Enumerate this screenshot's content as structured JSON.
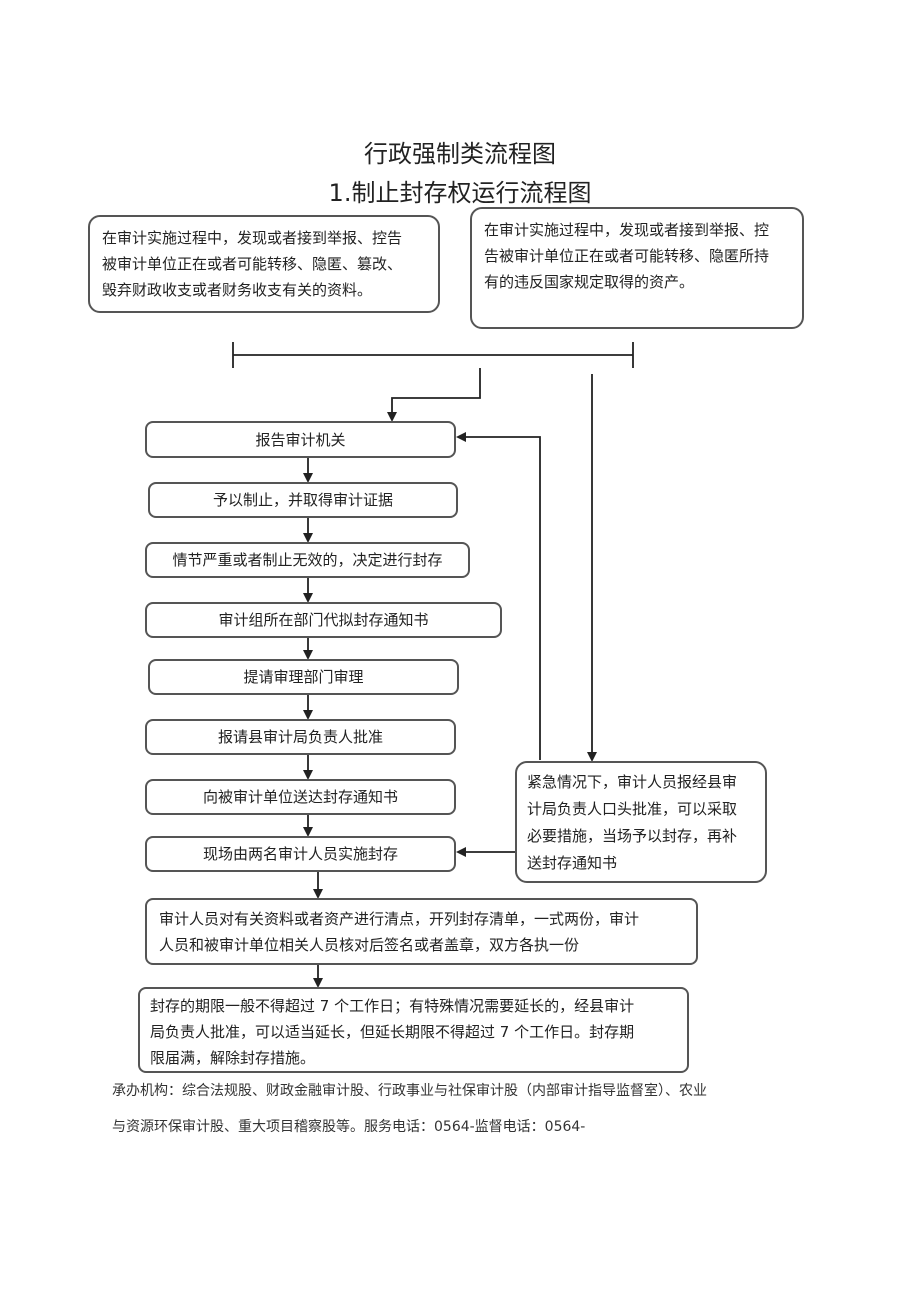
{
  "title": "行政强制类流程图",
  "subtitle": "1.制止封存权运行流程图",
  "triggers": {
    "left": [
      "在审计实施过程中，发现或者接到举报、控告",
      "被审计单位正在或者可能转移、隐匿、篡改、",
      "毁弃财政收支或者财务收支有关的资料。"
    ],
    "right": [
      "在审计实施过程中，发现或者接到举报、控",
      "告被审计单位正在或者可能转移、隐匿所持",
      "有的违反国家规定取得的资产。"
    ]
  },
  "steps": [
    "报告审计机关",
    "予以制止，并取得审计证据",
    "情节严重或者制止无效的，决定进行封存",
    "审计组所在部门代拟封存通知书",
    "提请审理部门审理",
    "报请县审计局负责人批准",
    "向被审计单位送达封存通知书",
    "现场由两名审计人员实施封存"
  ],
  "emergency": [
    "紧急情况下，审计人员报经县审",
    "计局负责人口头批准，可以采取",
    "必要措施，当场予以封存，再补",
    "送封存通知书"
  ],
  "inventory": [
    "审计人员对有关资料或者资产进行清点，开列封存清单，一式两份，审计",
    "人员和被审计单位相关人员核对后签名或者盖章，双方各执一份"
  ],
  "period": [
    "封存的期限一般不得超过 7 个工作日；有特殊情况需要延长的，经县审计",
    "局负责人批准，可以适当延长，但延长期限不得超过 7 个工作日。封存期",
    "限届满，解除封存措施。"
  ],
  "footer": {
    "line1": "承办机构：综合法规股、财政金融审计股、行政事业与社保审计股（内部审计指导监督室）、农业",
    "line2": "与资源环保审计股、重大项目稽察股等。服务电话：0564-监督电话：0564-"
  }
}
